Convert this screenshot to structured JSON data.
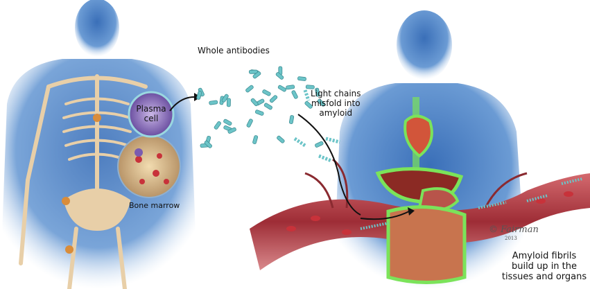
{
  "labels": {
    "whole_antibodies": "Whole antibodies",
    "light_chains": [
      "Light chains",
      "misfold into",
      "amyloid"
    ],
    "plasma_cell": [
      "Plasma",
      "cell"
    ],
    "bone_marrow": "Bone marrow",
    "amyloid_fibrils": [
      "Amyloid fibrils",
      "build up in the",
      "tissues and organs"
    ]
  },
  "signature": {
    "name": "Fairman",
    "year": "2013"
  },
  "colors": {
    "body": "#4f86c6",
    "bone": "#e8cfa8",
    "antibody": "#6cc4c8",
    "vessel": "#b8414a",
    "plasma_cell": "#8b6fb8",
    "organ_glow": "#7be35a"
  }
}
